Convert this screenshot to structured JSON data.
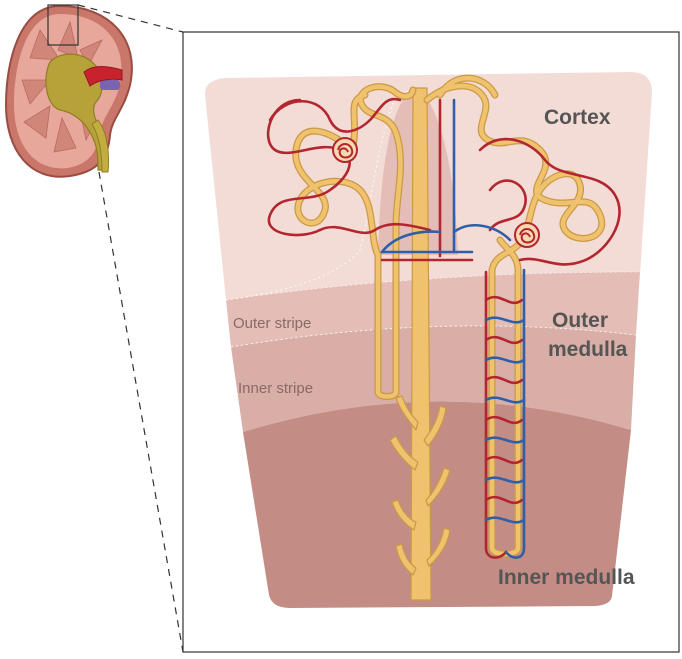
{
  "labels": {
    "cortex": "Cortex",
    "outer_medulla_line1": "Outer",
    "outer_medulla_line2": "medulla",
    "inner_medulla": "Inner medulla",
    "outer_stripe": "Outer stripe",
    "inner_stripe": "Inner stripe"
  },
  "colors": {
    "cortex": "#f4dcd6",
    "outer_stripe": "#e3bdb6",
    "inner_stripe": "#d9aea6",
    "inner_medulla": "#c38d85",
    "tubule": "#f0c26e",
    "tubule_outline": "#c99a45",
    "artery": "#b32630",
    "vein": "#2f5fa8",
    "kidney_outer": "#c9776a",
    "renal_pelvis": "#b7a23a"
  }
}
